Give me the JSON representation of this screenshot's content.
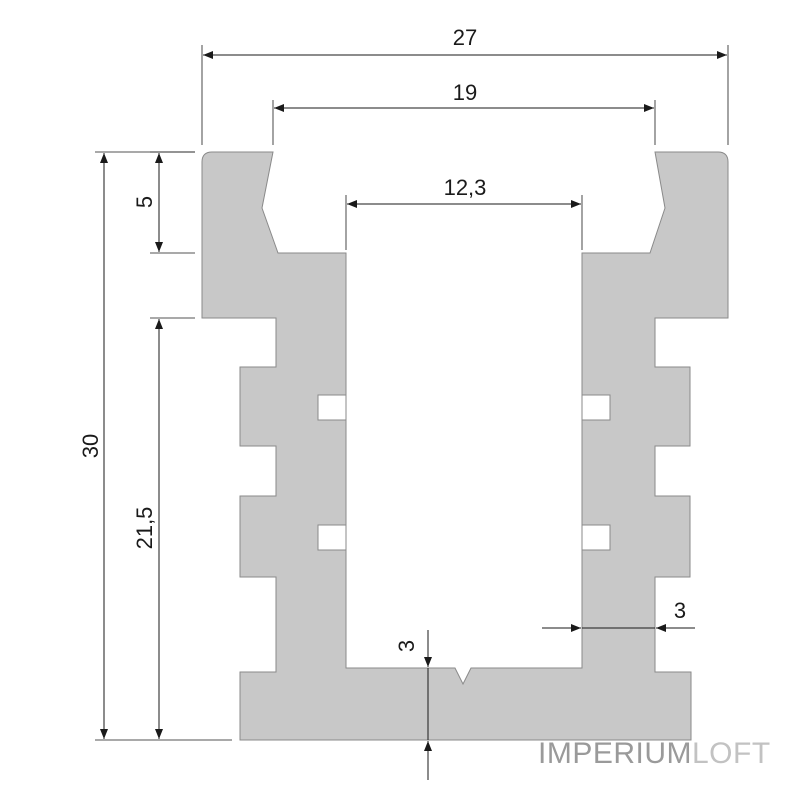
{
  "dimensions": {
    "overall_width": "27",
    "opening_width": "19",
    "inner_width": "12,3",
    "top_lip_height": "5",
    "total_height": "30",
    "lower_body_height": "21,5",
    "wall_thickness": "3",
    "base_thickness": "3"
  },
  "watermark": {
    "part1": "IMPERIUM",
    "part2": "LOFT",
    "color1": "#9a9a9a",
    "color2": "#c2c2c2"
  },
  "colors": {
    "profile_fill": "#c8c8c8",
    "profile_stroke": "#8a8a8a",
    "lines": "#1a1a1a"
  }
}
